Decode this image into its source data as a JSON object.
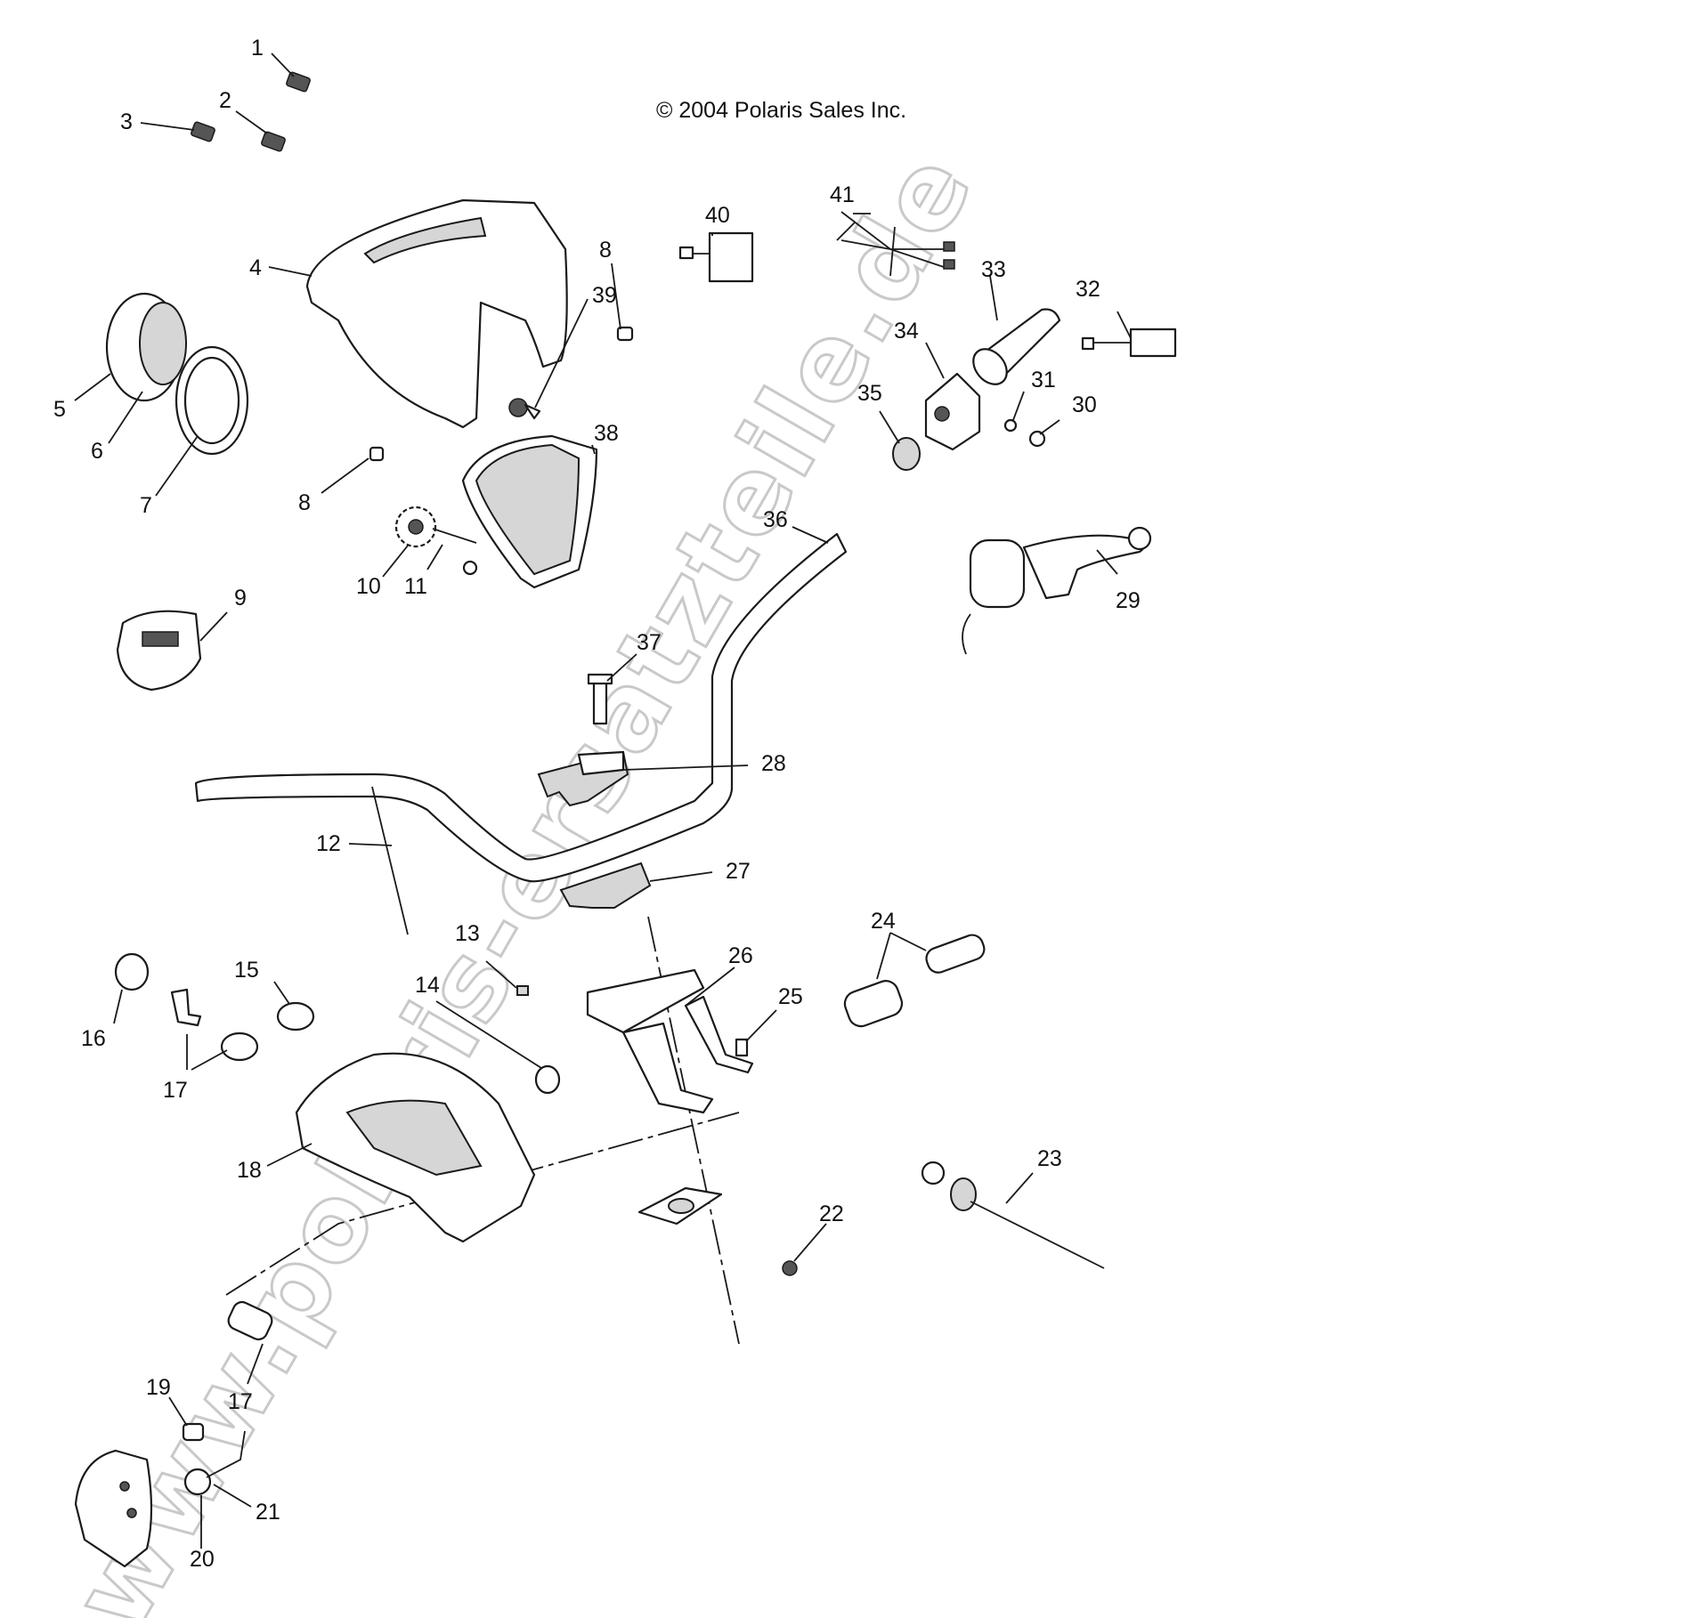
{
  "copyright": "© 2004 Polaris Sales Inc.",
  "watermark": "www.polaris-ersatzteile.de",
  "callouts": [
    "1",
    "2",
    "3",
    "4",
    "5",
    "6",
    "7",
    "8",
    "8",
    "9",
    "10",
    "11",
    "12",
    "13",
    "14",
    "15",
    "16",
    "17",
    "17",
    "18",
    "19",
    "20",
    "21",
    "22",
    "23",
    "24",
    "25",
    "26",
    "27",
    "28",
    "29",
    "30",
    "31",
    "32",
    "33",
    "34",
    "35",
    "36",
    "37",
    "38",
    "39",
    "40",
    "41"
  ]
}
